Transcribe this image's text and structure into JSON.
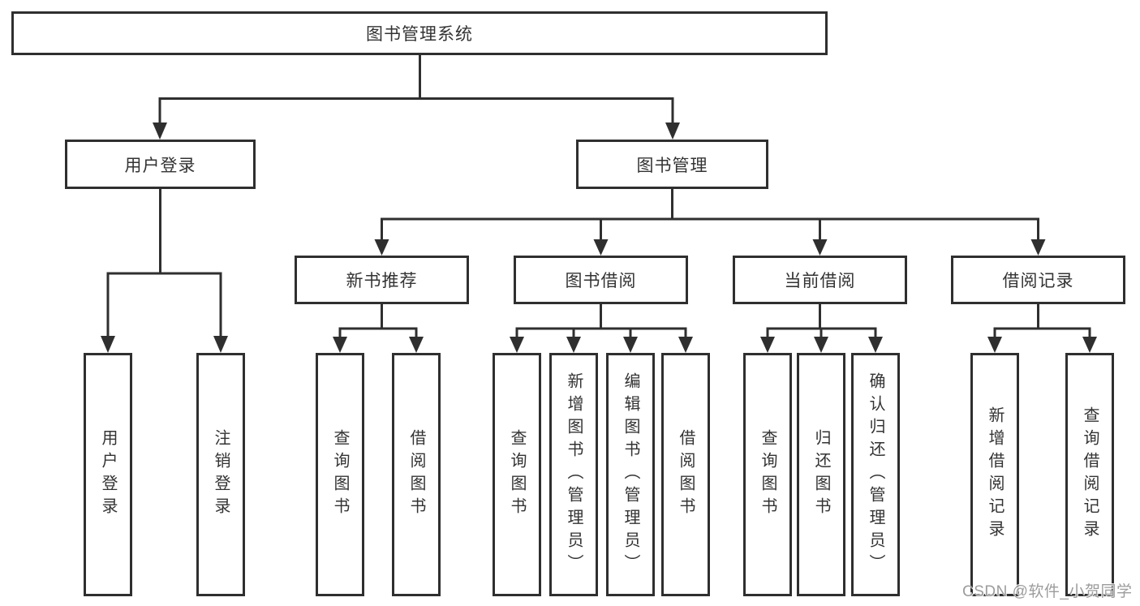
{
  "diagram": {
    "root": {
      "label": "图书管理系统"
    },
    "branches": {
      "user_login": {
        "label": "用户登录",
        "children": {
          "login": "用户登录",
          "logout": "注销登录"
        }
      },
      "book_management": {
        "label": "图书管理",
        "sections": {
          "new_book_recommend": {
            "label": "新书推荐",
            "children": {
              "query_book": "查询图书",
              "borrow_book": "借阅图书"
            }
          },
          "book_borrow": {
            "label": "图书借阅",
            "children": {
              "query_book": "查询图书",
              "add_book": "新增图书（管理员）",
              "edit_book": "编辑图书（管理员）",
              "borrow_book": "借阅图书"
            }
          },
          "current_borrow": {
            "label": "当前借阅",
            "children": {
              "query_book": "查询图书",
              "return_book": "归还图书",
              "confirm_return": "确认归还（管理员）"
            }
          },
          "borrow_records": {
            "label": "借阅记录",
            "children": {
              "add_record": "新增借阅记录",
              "query_record": "查询借阅记录"
            }
          }
        }
      }
    },
    "watermark": "CSDN @软件_小贺同学",
    "colors": {
      "line": "#2f2f2f",
      "box_border": "#2f2f2f",
      "box_fill": "#ffffff",
      "text": "#333333",
      "watermark_text": "#9c9c9c",
      "background": "#ffffff"
    }
  }
}
